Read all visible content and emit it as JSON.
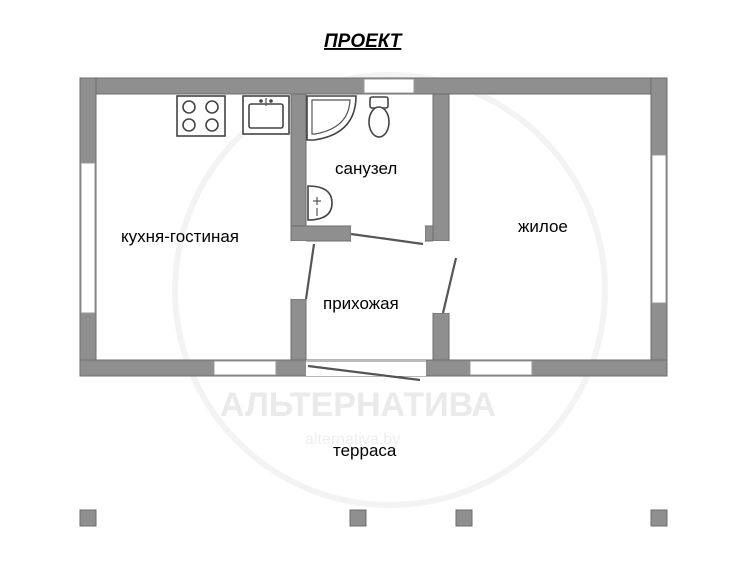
{
  "title": "ПРОЕКТ",
  "rooms": {
    "kitchen_living": "кухня-гостиная",
    "bathroom": "санузел",
    "living": "жилое",
    "hallway": "прихожая",
    "terrace": "терраса"
  },
  "watermark": {
    "brand": "АЛЬТЕРНАТИВА",
    "site": "alternativa.by"
  },
  "colors": {
    "wall": "#8f8f8f",
    "background": "#ffffff"
  }
}
